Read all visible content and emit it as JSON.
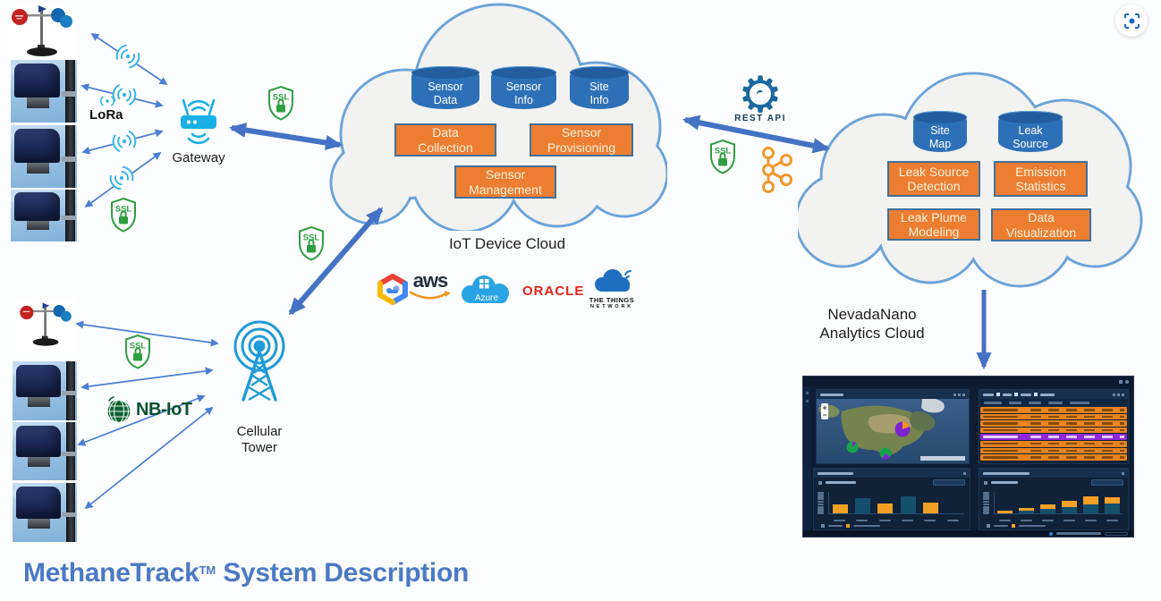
{
  "title": {
    "brand": "MethaneTrack",
    "tm": "TM",
    "rest": "System Description",
    "color": "#4a79c4"
  },
  "labels": {
    "ssl": "SSL",
    "gateway": "Gateway",
    "lora": "LoRa",
    "rest_api": "REST API",
    "nb_iot": "NB-IoT",
    "iot_cloud": "IoT Device Cloud",
    "cellular_line1": "Cellular",
    "cellular_line2": "Tower",
    "analytics_line1": "NevadaNano",
    "analytics_line2": "Analytics Cloud"
  },
  "iot_cloud": {
    "databases": [
      {
        "line1": "Sensor",
        "line2": "Data"
      },
      {
        "line1": "Sensor",
        "line2": "Info"
      },
      {
        "line1": "Site",
        "line2": "Info"
      }
    ],
    "services": [
      {
        "line1": "Data",
        "line2": "Collection"
      },
      {
        "line1": "Sensor",
        "line2": "Provisioning"
      },
      {
        "line1": "Sensor",
        "line2": "Management"
      }
    ]
  },
  "analytics_cloud": {
    "databases": [
      {
        "line1": "Site",
        "line2": "Map"
      },
      {
        "line1": "Leak",
        "line2": "Source"
      }
    ],
    "services": [
      {
        "line1": "Leak Source",
        "line2": "Detection"
      },
      {
        "line1": "Emission",
        "line2": "Statistics"
      },
      {
        "line1": "Leak Plume",
        "line2": "Modeling"
      },
      {
        "line1": "Data",
        "line2": "Visualization"
      }
    ]
  },
  "logos": {
    "aws_text": "aws",
    "azure_text": "Azure",
    "oracle_text": "ORACLE",
    "ttn_line1": "THE THINGS",
    "ttn_line2": "NETWORK"
  },
  "colors": {
    "accent_blue": "#4472C4",
    "thin_arrow_blue": "#4a7fd4",
    "orange_box": "#ED7D31",
    "orange_box_border": "#41719C",
    "db_blue": "#2E70B8",
    "cloud_fill": "#f2f2f0",
    "cloud_outline": "#6BA3D9",
    "ssl_green": "#2F9E41",
    "device_icon_cyan": "#19B0E6",
    "tower_cyan": "#1F9AD6",
    "kafka_orange": "#F2972C",
    "nbiot_green": "#0B5130",
    "title_blue": "#4A79C4"
  },
  "dashboard": {
    "bg": "#0d1d33",
    "orange": "#f2a025",
    "teal": "#14506b",
    "purple": "#9129d8",
    "table_row_colors": [
      "orange",
      "orange",
      "orange",
      "orange",
      "purple",
      "orange",
      "orange",
      "orange"
    ],
    "left_chart_bars": [
      {
        "teal": 0,
        "orange": 40
      },
      {
        "teal": 72,
        "orange": 0
      },
      {
        "teal": 0,
        "orange": 46
      },
      {
        "teal": 80,
        "orange": 0
      },
      {
        "teal": 0,
        "orange": 48
      },
      {
        "teal": 0,
        "orange": 0
      }
    ],
    "right_chart_bars": [
      {
        "teal": 0,
        "orange": 12
      },
      {
        "teal": 14,
        "orange": 13
      },
      {
        "teal": 20,
        "orange": 20
      },
      {
        "teal": 30,
        "orange": 27
      },
      {
        "teal": 42,
        "orange": 38
      },
      {
        "teal": 44,
        "orange": 30
      }
    ]
  }
}
